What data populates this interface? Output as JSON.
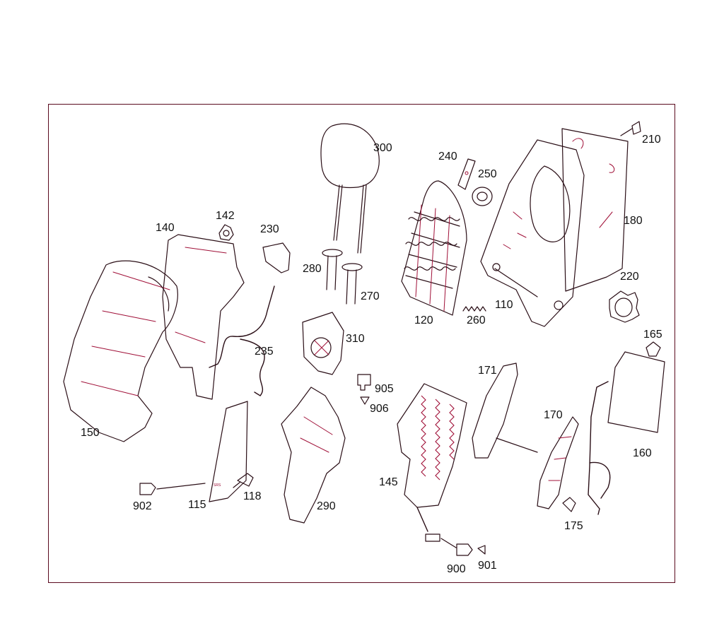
{
  "diagram": {
    "callouts": {
      "c300": "300",
      "c240": "240",
      "c250": "250",
      "c210": "210",
      "c180": "180",
      "c142": "142",
      "c140": "140",
      "c230": "230",
      "c280": "280",
      "c270": "270",
      "c120": "120",
      "c260": "260",
      "c110": "110",
      "c220": "220",
      "c235": "235",
      "c310": "310",
      "c165": "165",
      "c905": "905",
      "c906": "906",
      "c171": "171",
      "c150": "150",
      "c170": "170",
      "c160": "160",
      "c145": "145",
      "c902": "902",
      "c115": "115",
      "c118": "118",
      "c290": "290",
      "c175": "175",
      "c900": "900",
      "c901": "901"
    },
    "airbag_marking": "SRS",
    "colors": {
      "frame": "#5a0a1e",
      "line": "#2a0e16",
      "accent": "#a01038"
    }
  }
}
